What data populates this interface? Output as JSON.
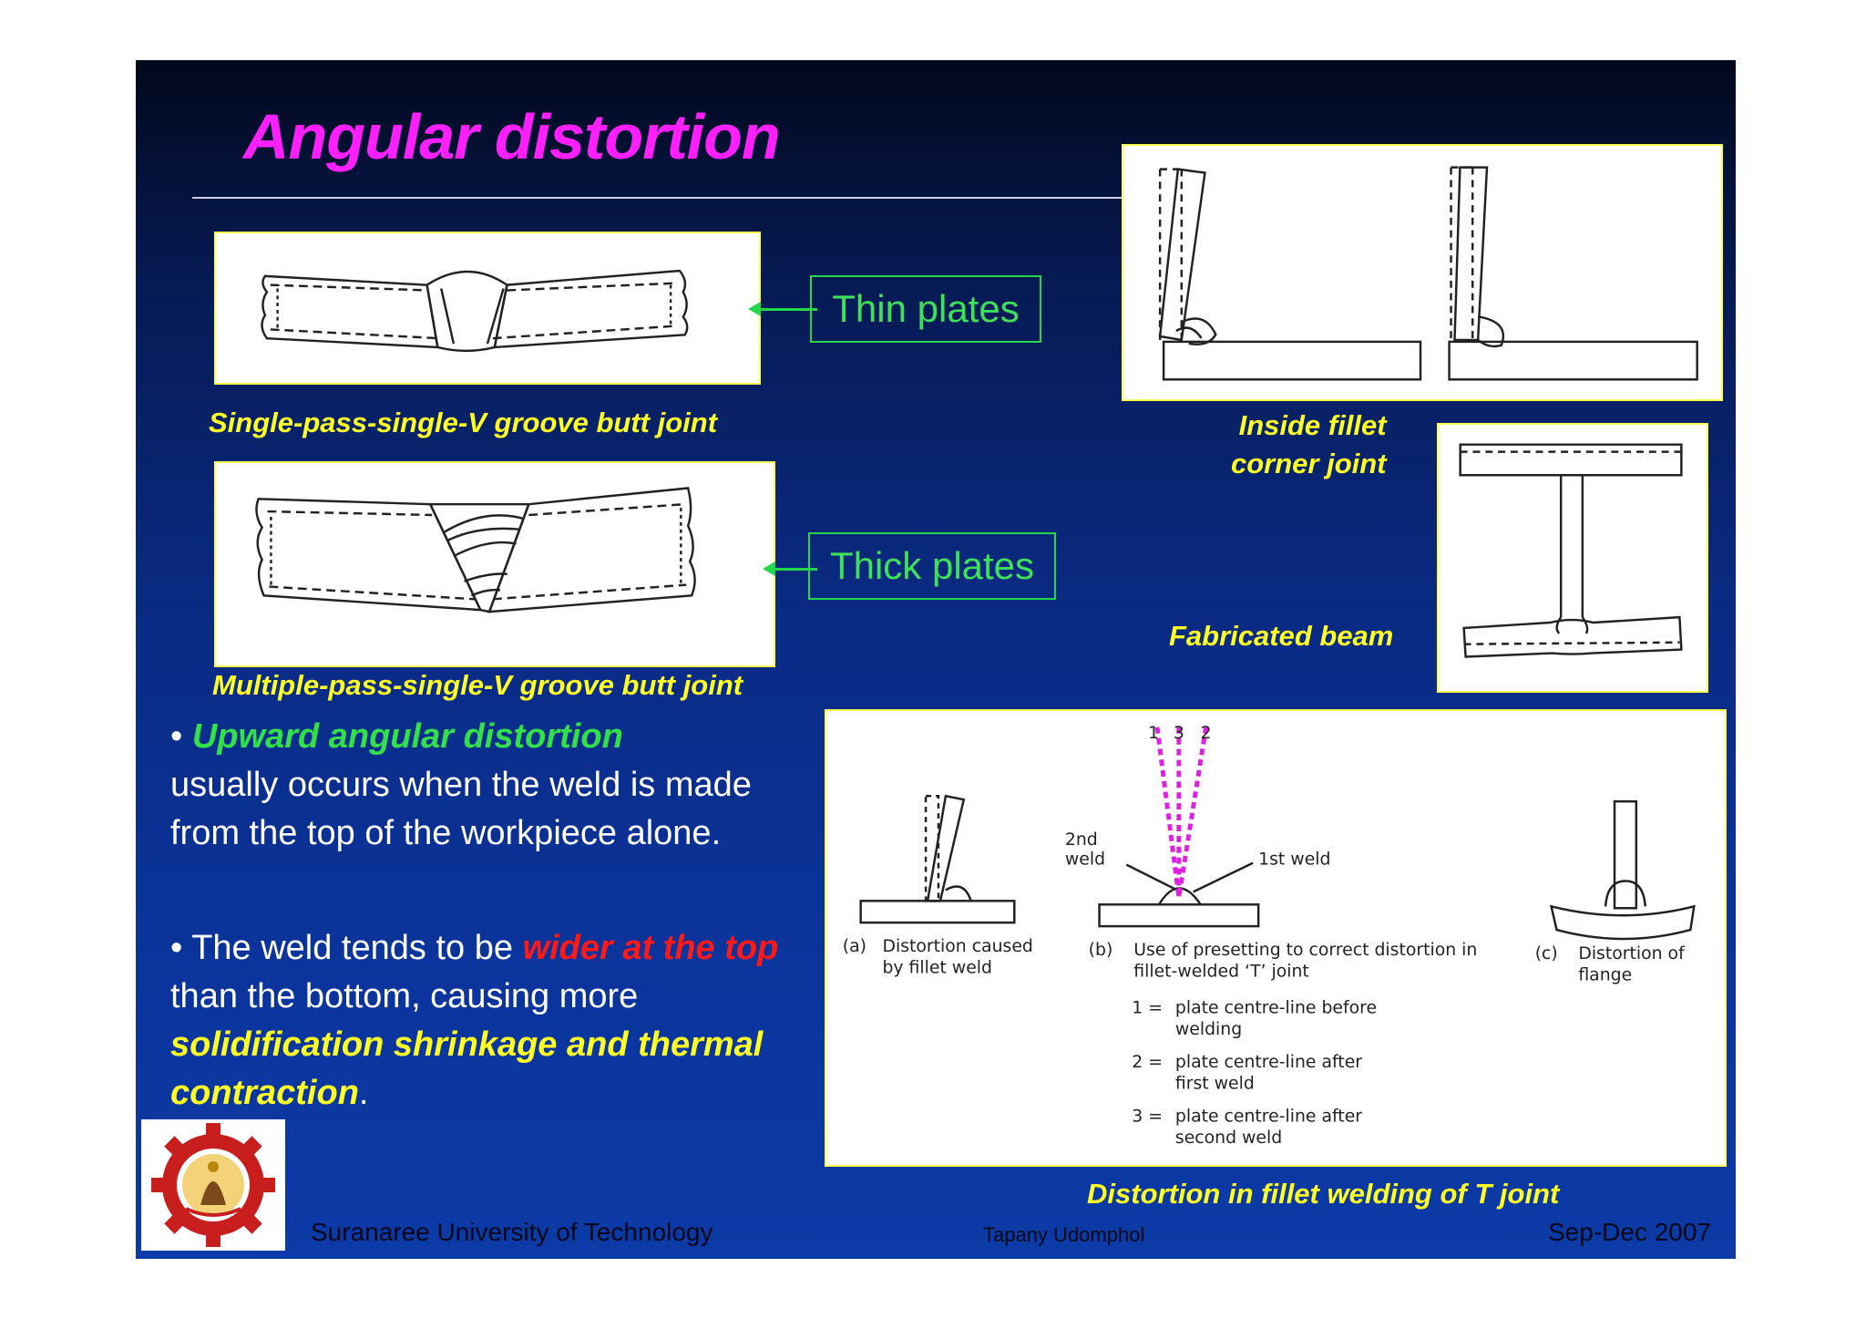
{
  "slide": {
    "title": "Angular distortion",
    "captions": {
      "single_pass": "Single-pass-single-V groove butt joint",
      "multi_pass": "Multiple-pass-single-V groove butt joint",
      "inside_fillet_line1": "Inside fillet",
      "inside_fillet_line2": "corner joint",
      "fabricated_beam": "Fabricated beam",
      "t_joint": "Distortion in fillet welding of T joint"
    },
    "tags": {
      "thin": "Thin plates",
      "thick": "Thick plates"
    },
    "bullets": {
      "b1_em": "Upward angular distortion",
      "b1_rest": "usually occurs when the weld is made from the top of the workpiece alone.",
      "b2_pre": "The weld tends to be ",
      "b2_red": "wider at the top",
      "b2_mid": " than the bottom, causing more ",
      "b2_yellow": "solidification shrinkage and thermal contraction",
      "b2_end": "."
    },
    "figure_labels": {
      "nums_top": [
        "1",
        "3",
        "2"
      ],
      "second_weld_1": "2nd",
      "second_weld_2": "weld",
      "first_weld": "1st weld",
      "a_letter": "(a)",
      "a_text_1": "Distortion caused",
      "a_text_2": "by fillet weld",
      "b_letter": "(b)",
      "b_text_1": "Use of presetting to correct distortion in",
      "b_text_2": "fillet-welded ‘T’ joint",
      "c_letter": "(c)",
      "c_text_1": "Distortion of",
      "c_text_2": "flange",
      "leg1_num": "1 =",
      "leg1_1": "plate centre-line before",
      "leg1_2": "welding",
      "leg2_num": "2 =",
      "leg2_1": "plate centre-line after",
      "leg2_2": "first weld",
      "leg3_num": "3 =",
      "leg3_1": "plate centre-line after",
      "leg3_2": "second weld"
    },
    "footer": {
      "university": "Suranaree University of Technology",
      "author": "Tapany  Udomphol",
      "date": "Sep-Dec  2007"
    },
    "colors": {
      "title": "#ff1fff",
      "caption": "#ffff26",
      "tag": "#3fe05a",
      "accent_red": "#ff1a1a",
      "centre_lines": "#e020e0"
    }
  }
}
